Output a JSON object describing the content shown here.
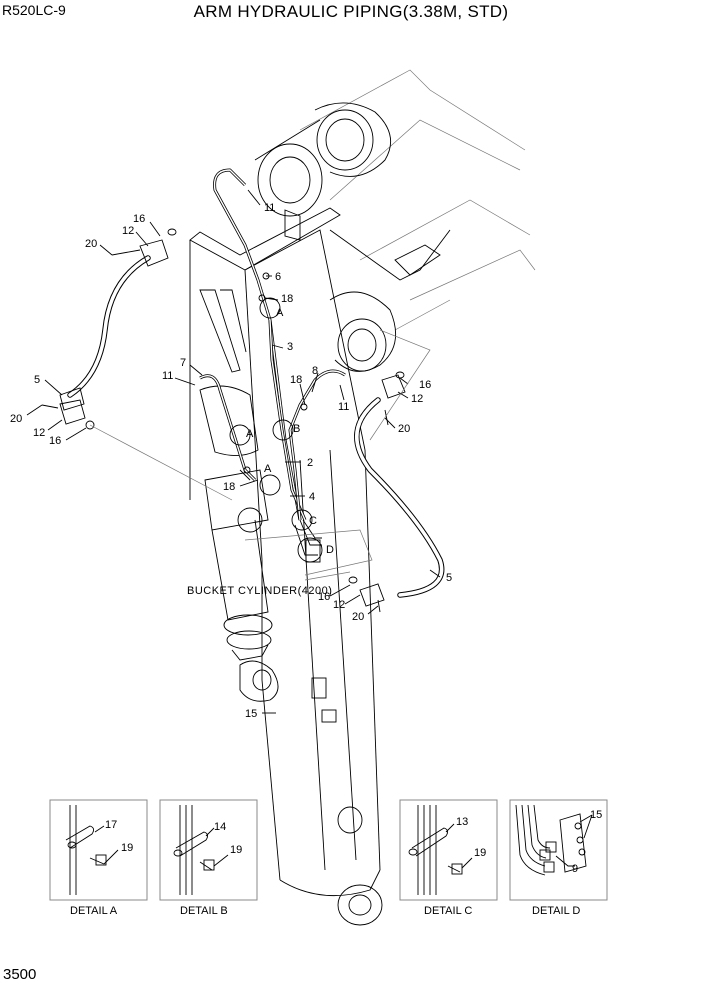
{
  "header": {
    "model": "R520LC-9",
    "title": "ARM HYDRAULIC PIPING(3.38M, STD)"
  },
  "footer": {
    "page_number": "3500"
  },
  "callouts": {
    "c16a": "16",
    "c12a": "12",
    "c20a": "20",
    "c5a": "5",
    "c20b": "20",
    "c12b": "12",
    "c16b": "16",
    "c11a": "11",
    "c6": "6",
    "c18a": "18",
    "cA1": "A",
    "c3": "3",
    "c7": "7",
    "c11b": "11",
    "cA2": "A",
    "c18b": "18",
    "c8": "8",
    "c11c": "11",
    "cB": "B",
    "c16c": "16",
    "c12c": "12",
    "c20c": "20",
    "c2": "2",
    "cA3": "A",
    "c18c": "18",
    "c4": "4",
    "cC": "C",
    "cD": "D",
    "c5b": "5",
    "c16d": "16",
    "c12d": "12",
    "c20d": "20",
    "c15": "15"
  },
  "bucket_cylinder_label": "BUCKET CYLINDER(4200)",
  "details": [
    {
      "caption": "DETAIL  A",
      "part_1": "17",
      "part_2": "19"
    },
    {
      "caption": "DETAIL  B",
      "part_1": "14",
      "part_2": "19"
    },
    {
      "caption": "DETAIL  C",
      "part_1": "13",
      "part_2": "19"
    },
    {
      "caption": "DETAIL  D",
      "part_1": "15",
      "part_2": "9"
    }
  ]
}
